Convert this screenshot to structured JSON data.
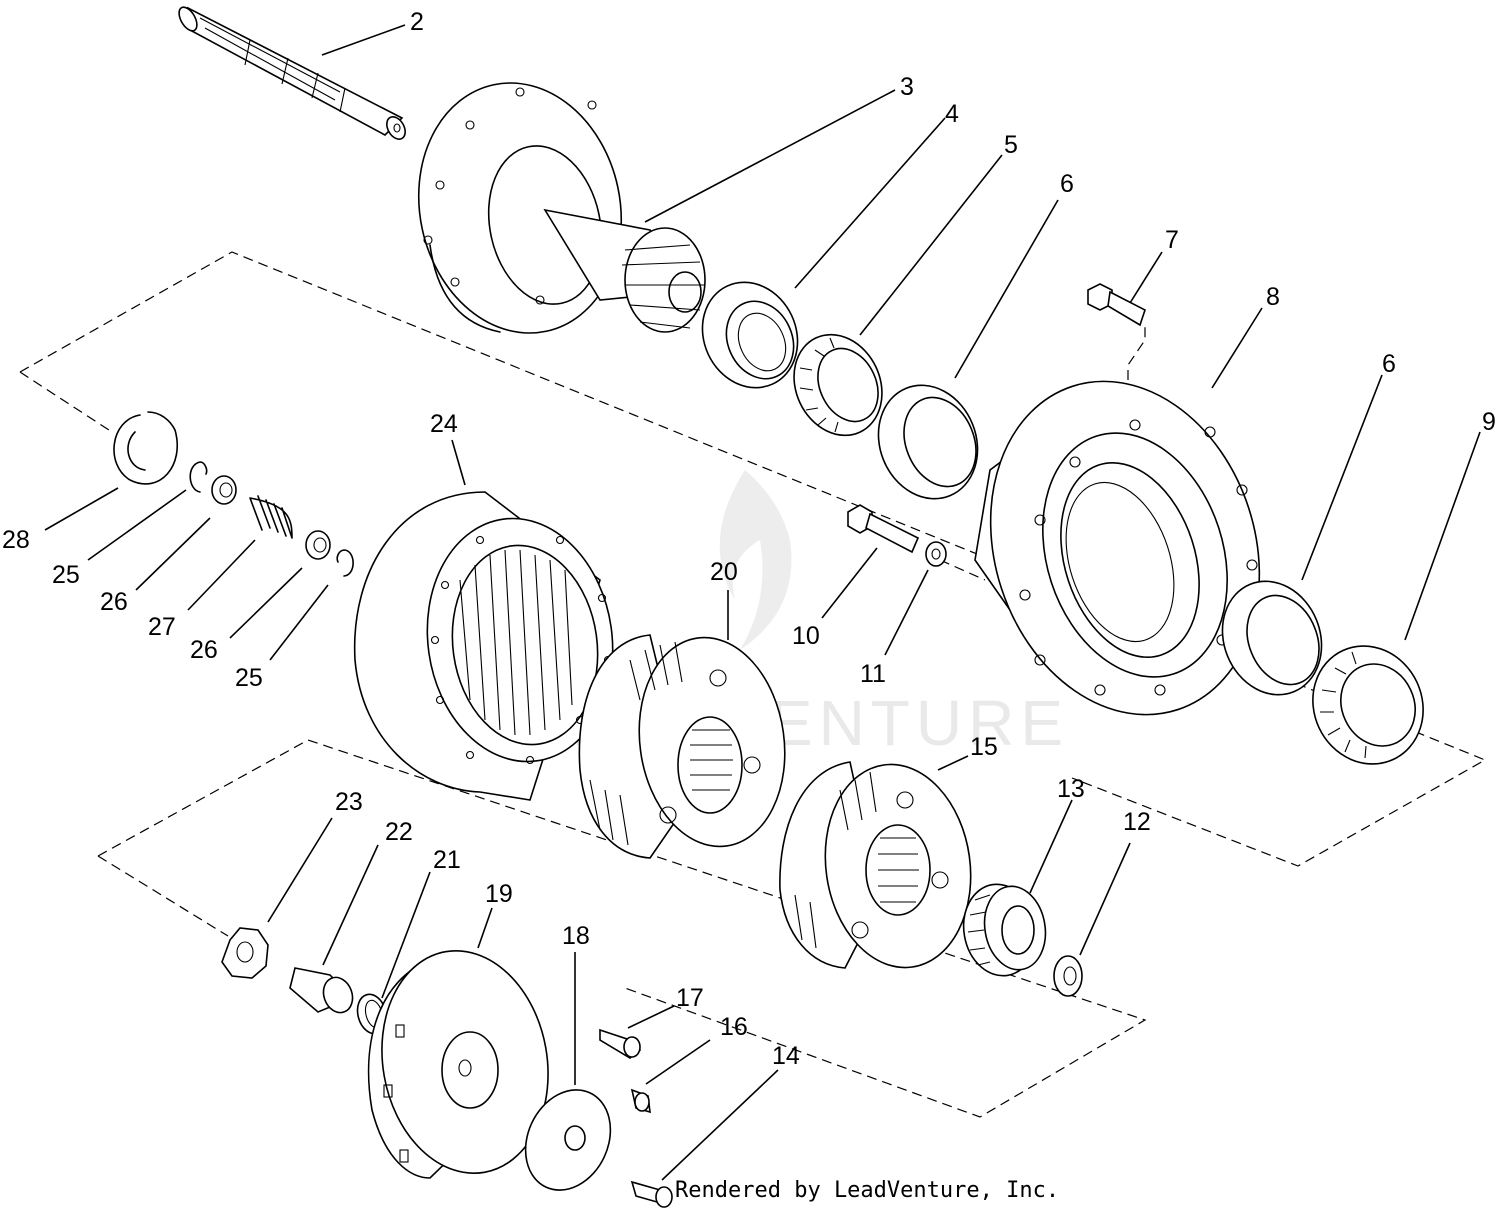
{
  "watermark": "LEADVENTURE",
  "credit": "Rendered by LeadVenture, Inc.",
  "callouts": [
    {
      "id": "c2",
      "label": "2"
    },
    {
      "id": "c3",
      "label": "3"
    },
    {
      "id": "c4",
      "label": "4"
    },
    {
      "id": "c5",
      "label": "5"
    },
    {
      "id": "c6a",
      "label": "6"
    },
    {
      "id": "c7",
      "label": "7"
    },
    {
      "id": "c8",
      "label": "8"
    },
    {
      "id": "c6b",
      "label": "6"
    },
    {
      "id": "c9",
      "label": "9"
    },
    {
      "id": "c24",
      "label": "24"
    },
    {
      "id": "c28",
      "label": "28"
    },
    {
      "id": "c25a",
      "label": "25"
    },
    {
      "id": "c26a",
      "label": "26"
    },
    {
      "id": "c27",
      "label": "27"
    },
    {
      "id": "c26b",
      "label": "26"
    },
    {
      "id": "c25b",
      "label": "25"
    },
    {
      "id": "c20",
      "label": "20"
    },
    {
      "id": "c10",
      "label": "10"
    },
    {
      "id": "c11",
      "label": "11"
    },
    {
      "id": "c15",
      "label": "15"
    },
    {
      "id": "c13",
      "label": "13"
    },
    {
      "id": "c12",
      "label": "12"
    },
    {
      "id": "c23",
      "label": "23"
    },
    {
      "id": "c22",
      "label": "22"
    },
    {
      "id": "c21",
      "label": "21"
    },
    {
      "id": "c19",
      "label": "19"
    },
    {
      "id": "c18",
      "label": "18"
    },
    {
      "id": "c17",
      "label": "17"
    },
    {
      "id": "c16",
      "label": "16"
    },
    {
      "id": "c14",
      "label": "14"
    }
  ]
}
